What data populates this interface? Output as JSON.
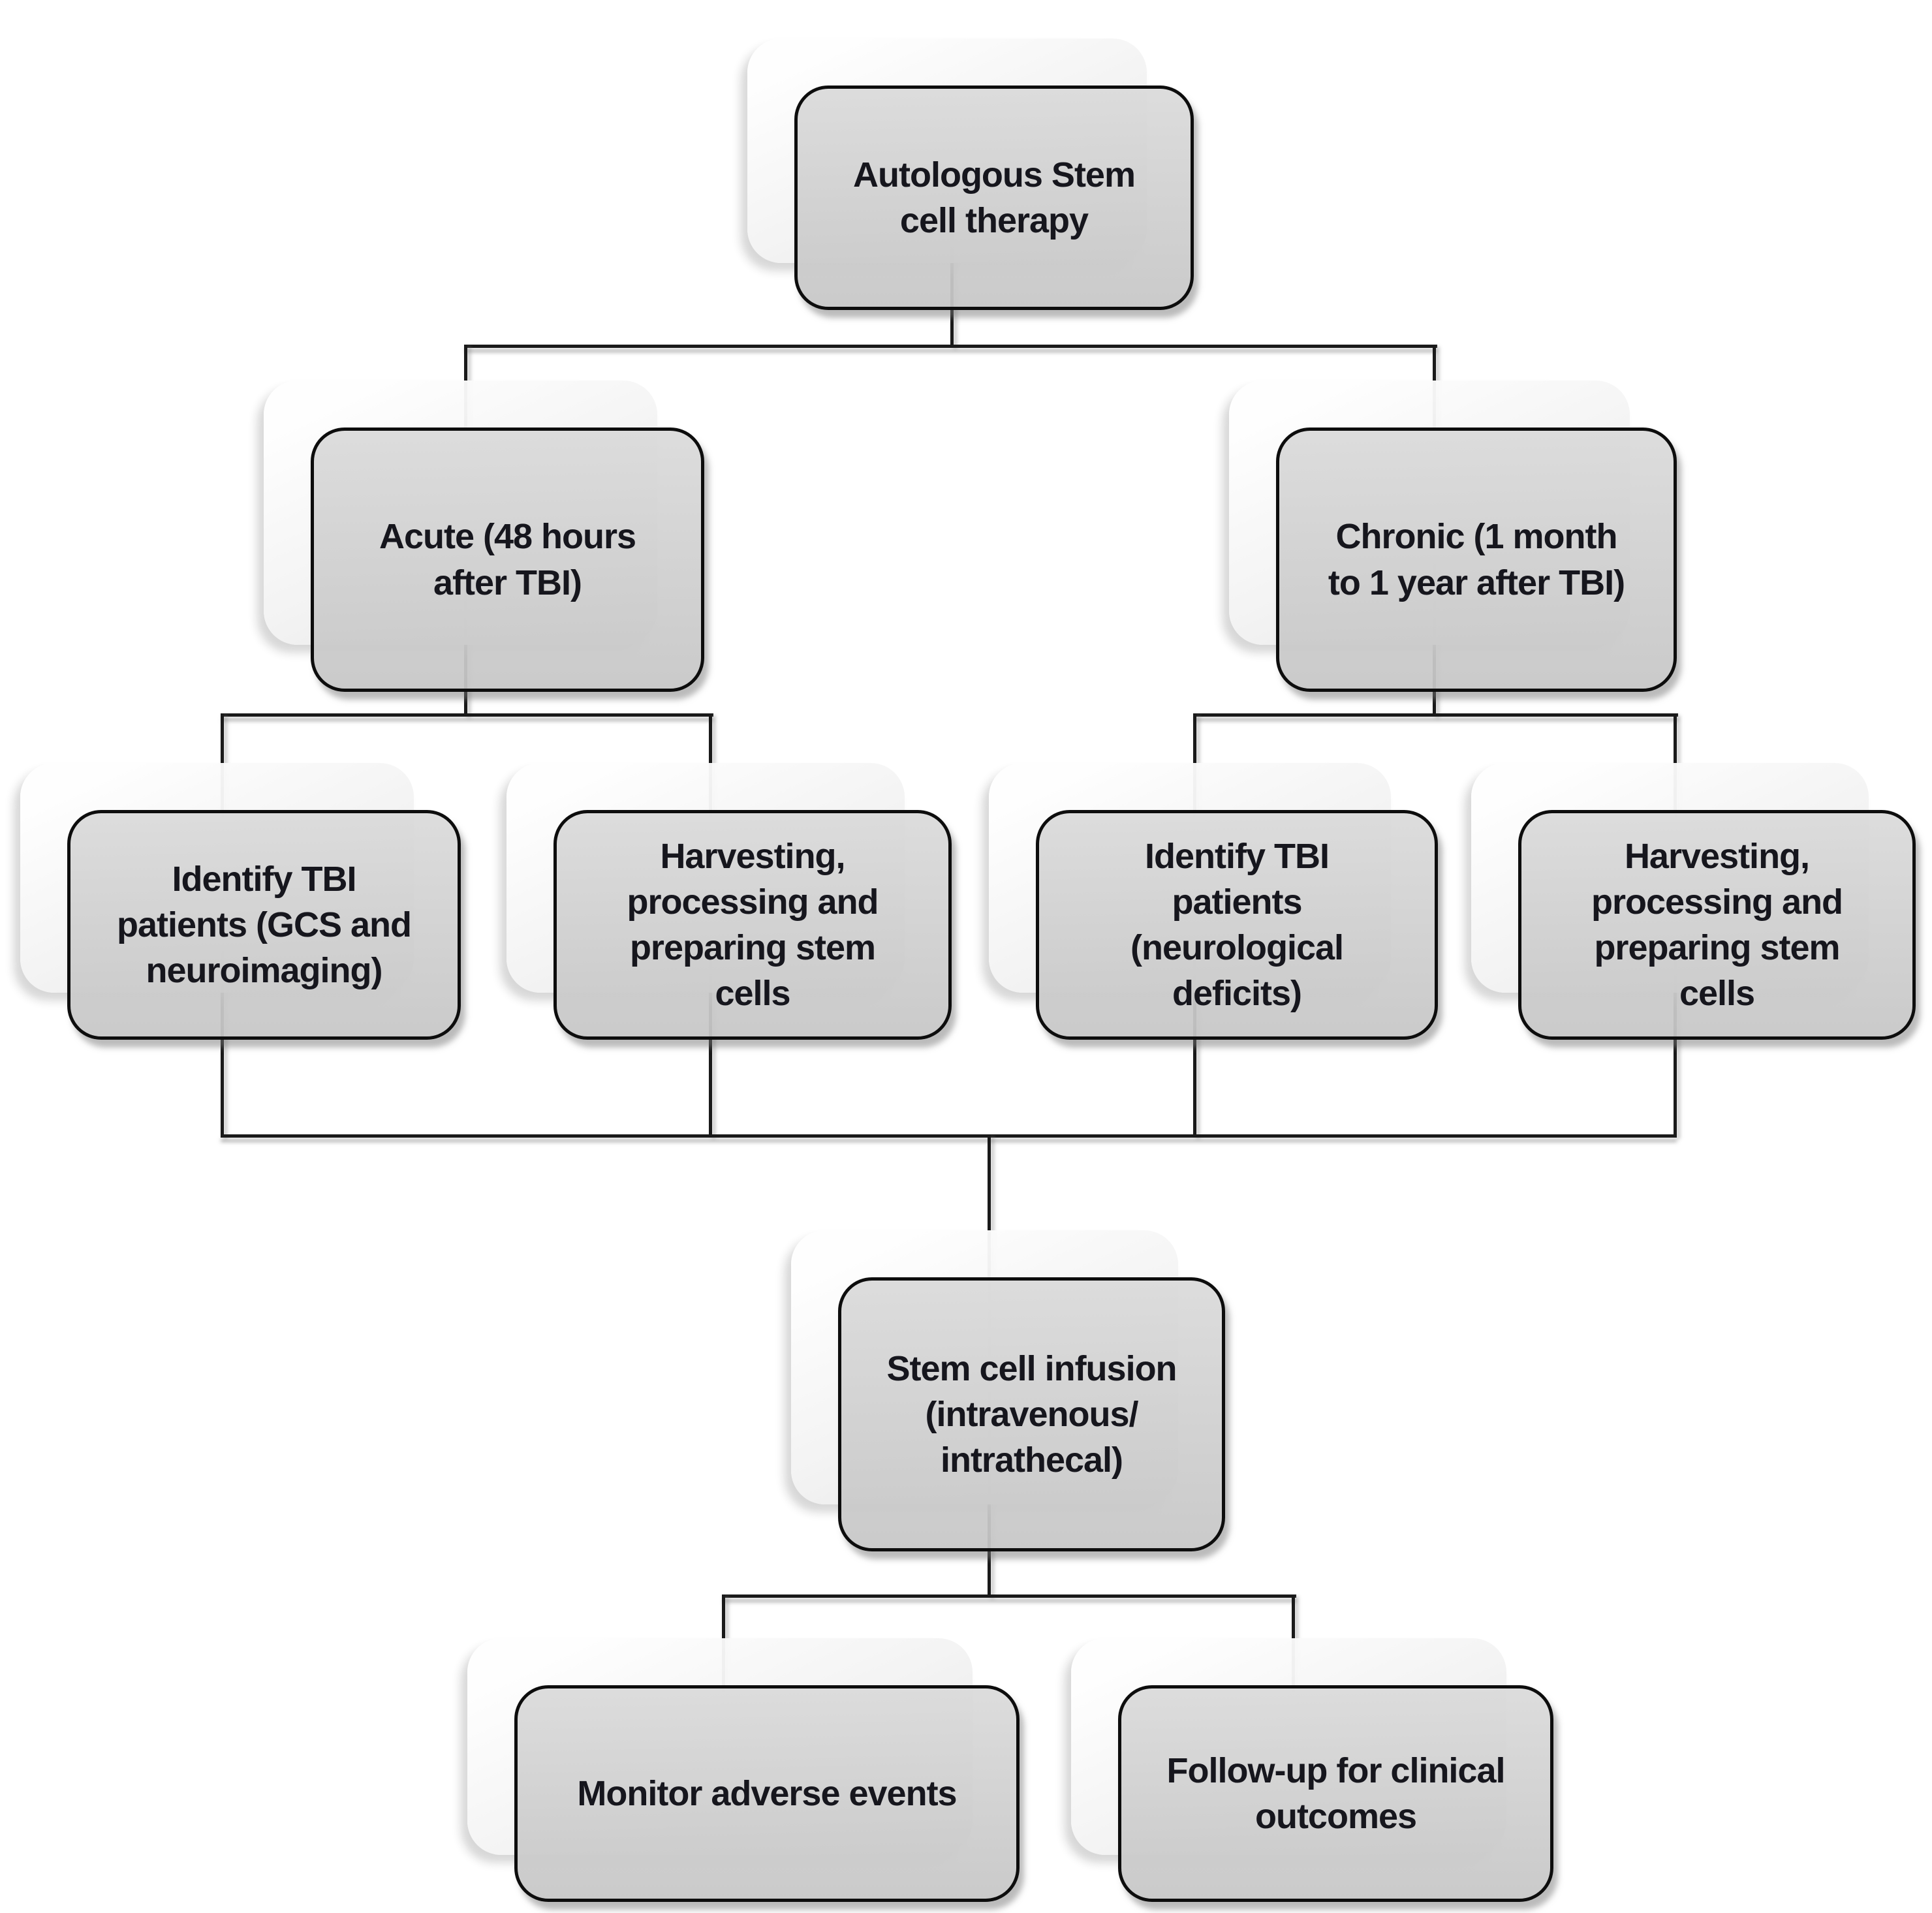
{
  "diagram_type": "flowchart",
  "colors": {
    "background": "#ffffff",
    "box_fill": "#cdcdcd",
    "box_border": "#0d0d0d",
    "backdrop_fill": "#f4f4f4",
    "connector_line": "#1a1a1a",
    "text": "#16161d"
  },
  "nodes": {
    "root": {
      "label": "Autologous Stem\ncell therapy"
    },
    "acute": {
      "label": "Acute (48 hours\nafter TBI)"
    },
    "chronic": {
      "label": "Chronic (1 month\nto 1 year after TBI)"
    },
    "identify_acute": {
      "label": "Identify TBI\npatients  (GCS and\nneuroimaging)"
    },
    "harvest_acute": {
      "label": "Harvesting,\nprocessing and\npreparing stem\ncells"
    },
    "identify_chronic": {
      "label": "Identify TBI\npatients\n(neurological\ndeficits)"
    },
    "harvest_chronic": {
      "label": "Harvesting,\nprocessing and\npreparing stem\ncells"
    },
    "infusion": {
      "label": "Stem cell infusion\n(intravenous/\nintrathecal)"
    },
    "monitor": {
      "label": "Monitor adverse events"
    },
    "followup": {
      "label": "Follow-up for clinical\noutcomes"
    }
  },
  "edges": [
    [
      "root",
      "acute"
    ],
    [
      "root",
      "chronic"
    ],
    [
      "acute",
      "identify_acute"
    ],
    [
      "acute",
      "harvest_acute"
    ],
    [
      "chronic",
      "identify_chronic"
    ],
    [
      "chronic",
      "harvest_chronic"
    ],
    [
      "identify_acute",
      "infusion"
    ],
    [
      "harvest_acute",
      "infusion"
    ],
    [
      "identify_chronic",
      "infusion"
    ],
    [
      "harvest_chronic",
      "infusion"
    ],
    [
      "infusion",
      "monitor"
    ],
    [
      "infusion",
      "followup"
    ]
  ]
}
